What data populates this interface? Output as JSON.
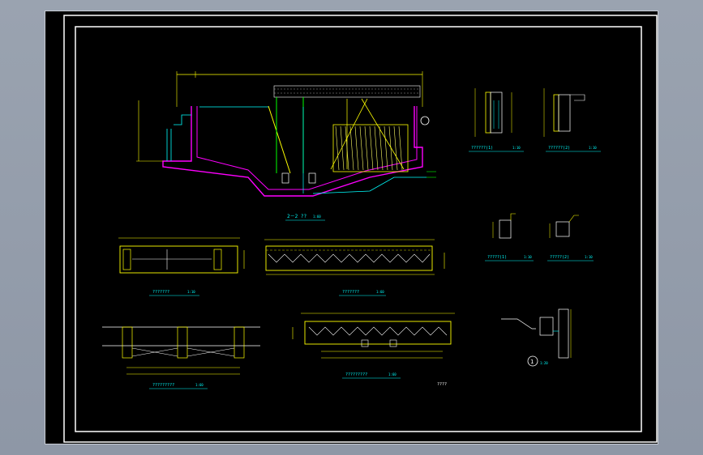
{
  "drawing": {
    "labels": {
      "section_title": "2－2 ??",
      "section_scale": "1:60",
      "plan1_title": "???????",
      "plan1_scale": "1:10",
      "plan2_title": "???????",
      "plan2_scale": "1:60",
      "plan3_title": "?????????",
      "plan3_scale": "1:60",
      "plan4_title": "?????????",
      "plan4_scale": "1:60",
      "detail1_title": "??????(1)",
      "detail1_scale": "1:10",
      "detail2_title": "??????(2)",
      "detail2_scale": "1:10",
      "detail3_title": "?????(1)",
      "detail3_scale": "1:10",
      "detail4_title": "?????(2)",
      "detail4_scale": "1:10",
      "node_title": "1",
      "node_scale": "1:20",
      "note": "????"
    },
    "colors": {
      "background": "#000000",
      "frame": "#ffffff",
      "concrete": "#ff00ff",
      "dimension": "#ffff00",
      "annotation": "#00ffff",
      "structure": "#00ff00",
      "hatch": "#ffff66"
    }
  }
}
